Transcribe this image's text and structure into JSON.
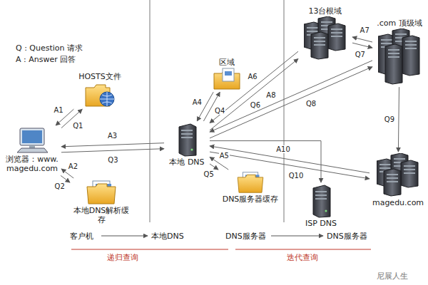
{
  "diagram": {
    "nodes": [
      {
        "text": [
          "浏览器：www.magedu.com"
        ]
      },
      {
        "text": [
          "HOSTS文件"
        ]
      },
      {
        "text": [
          "本地DNS解析缓存"
        ]
      },
      {
        "text": [
          "本地 DNS"
        ]
      },
      {
        "text": [
          "区域"
        ]
      },
      {
        "text": [
          "DNS服务器缓存"
        ]
      },
      {
        "text": [
          "13台根域"
        ]
      },
      {
        "text": [
          ".com 顶级域"
        ]
      },
      {
        "text": [
          "ISP DNS"
        ]
      },
      {
        "text": [
          "magedu.com"
        ]
      }
    ],
    "edges": [
      {
        "from": 0,
        "to": 1,
        "label": "Q1",
        "arrow": "to"
      },
      {
        "from": 1,
        "to": 0,
        "label": "A1",
        "arrow": "to"
      },
      {
        "from": 0,
        "to": 2,
        "label": "Q2",
        "arrow": "to"
      },
      {
        "from": 2,
        "to": 0,
        "label": "A2",
        "arrow": "to"
      },
      {
        "from": 0,
        "to": 3,
        "label": "Q3",
        "arrow": "to"
      },
      {
        "from": 3,
        "to": 0,
        "label": "A3",
        "arrow": "to"
      },
      {
        "from": 3,
        "to": 4,
        "label": "Q4",
        "arrow": "to"
      },
      {
        "from": 4,
        "to": 3,
        "label": "A4",
        "arrow": "to"
      },
      {
        "from": 3,
        "to": 5,
        "label": "Q5",
        "arrow": "to"
      },
      {
        "from": 5,
        "to": 3,
        "label": "A5",
        "arrow": "to"
      },
      {
        "from": 3,
        "to": 6,
        "label": "Q6",
        "arrow": "to"
      },
      {
        "from": 6,
        "to": 3,
        "label": "A6",
        "arrow": "to"
      },
      {
        "from": 6,
        "to": 7,
        "label": "Q7",
        "arrow": "to"
      },
      {
        "from": 7,
        "to": 6,
        "label": "A7",
        "arrow": "to"
      },
      {
        "from": 3,
        "to": 7,
        "label": "Q8",
        "arrow": "to"
      },
      {
        "from": 7,
        "to": 3,
        "label": "A8",
        "arrow": "to"
      },
      {
        "from": 7,
        "to": 9,
        "label": "Q9",
        "arrow": "to"
      },
      {
        "from": 3,
        "to": 9,
        "label": "Q10",
        "arrow": "to"
      },
      {
        "from": 9,
        "to": 3,
        "label": "A10",
        "arrow": "to"
      },
      {
        "from": 3,
        "to": 8,
        "arrow": "to"
      }
    ],
    "labels": [
      "Q : Question 请求",
      "A : Answer 回答",
      "客户机",
      "本地DNS",
      "DNS服务器",
      "DNS服务器",
      "递归查询",
      "迭代查询",
      "尼展人生"
    ]
  }
}
